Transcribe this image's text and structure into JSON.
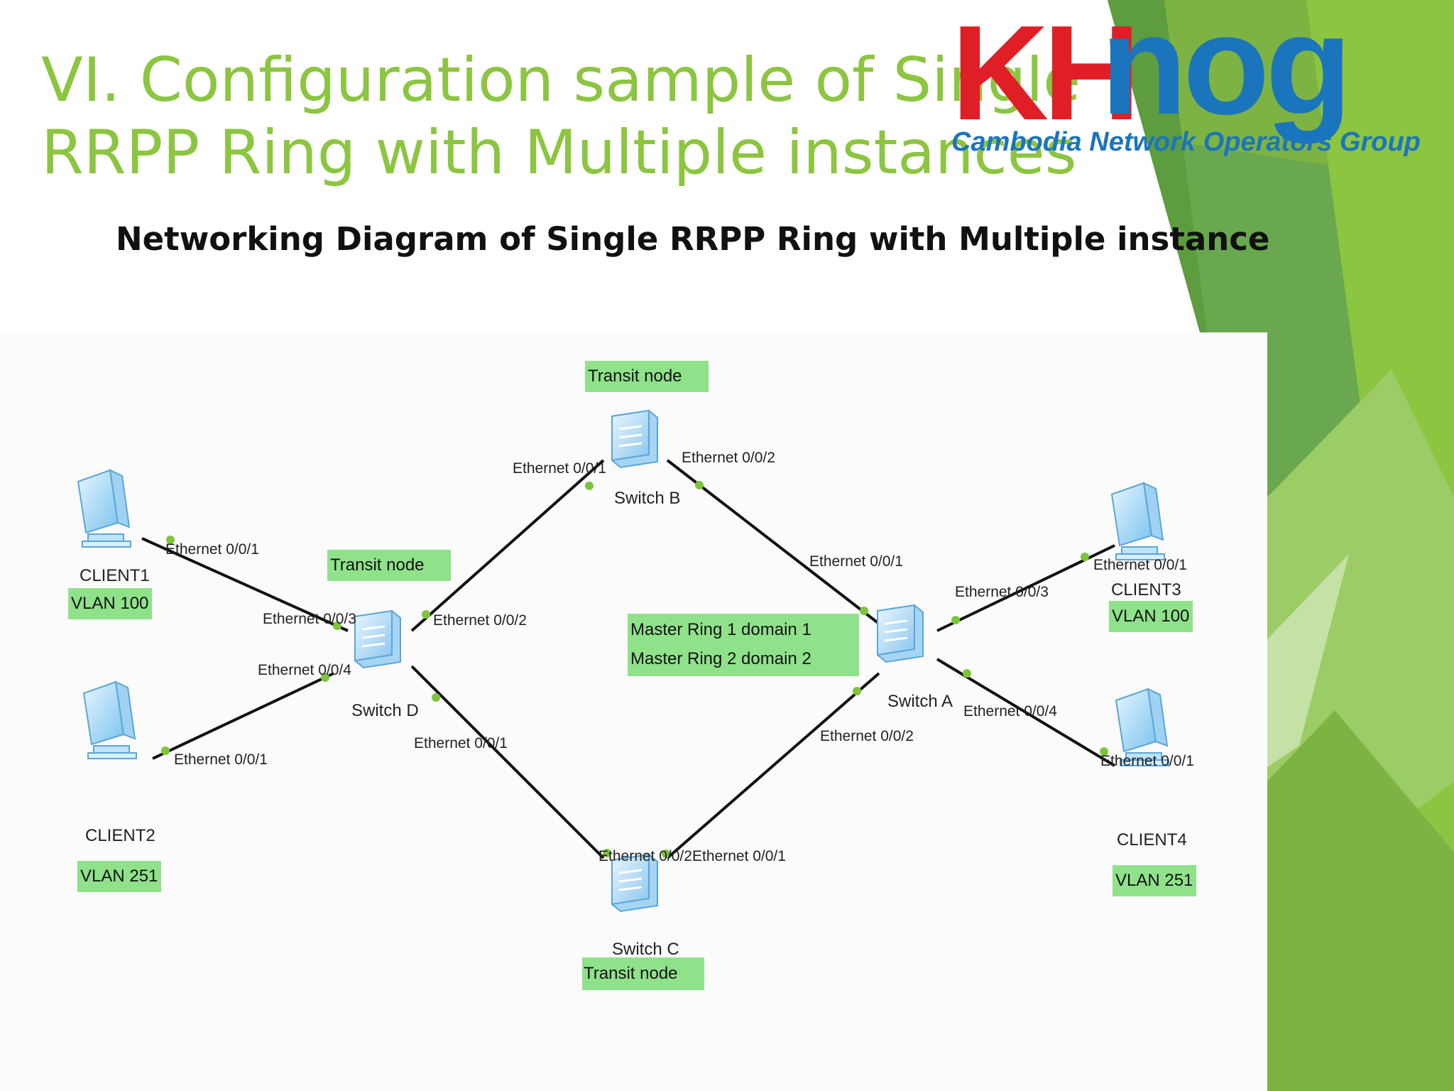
{
  "slide": {
    "title_line1": "VI. Configuration sample of Single",
    "title_line2": "RRPP Ring with Multiple instances",
    "subtitle": "Networking Diagram of Single RRPP Ring with Multiple instance"
  },
  "logo": {
    "wordmark_left": "KH",
    "wordmark_right": "nog",
    "tagline": "Cambodia Network Operators Group",
    "colors": {
      "red": "#e01e26",
      "blue": "#1b75bc"
    }
  },
  "colors": {
    "title_green": "#8cc540",
    "label_bg": "#8fe28a",
    "port_dot": "#7cc53a"
  },
  "diagram": {
    "switches": {
      "b": {
        "name": "Switch B",
        "role": "Transit node"
      },
      "d": {
        "name": "Switch D",
        "role": "Transit node"
      },
      "c": {
        "name": "Switch C",
        "role": "Transit node"
      },
      "a": {
        "name": "Switch A",
        "role_line1": "Master Ring 1 domain 1",
        "role_line2": "Master Ring 2 domain 2"
      }
    },
    "clients": {
      "c1": {
        "name": "CLIENT1",
        "vlan": "VLAN 100"
      },
      "c2": {
        "name": "CLIENT2",
        "vlan": "VLAN 251"
      },
      "c3": {
        "name": "CLIENT3",
        "vlan": "VLAN 100"
      },
      "c4": {
        "name": "CLIENT4",
        "vlan": "VLAN 251"
      }
    },
    "ports": {
      "b_e1": "Ethernet 0/0/1",
      "b_e2": "Ethernet 0/0/2",
      "c1_e1": "Ethernet 0/0/1",
      "d_e3": "Ethernet 0/0/3",
      "d_e2": "Ethernet 0/0/2",
      "d_e4": "Ethernet 0/0/4",
      "c2_e1": "Ethernet 0/0/1",
      "d_e1": "Ethernet 0/0/1",
      "a_e1": "Ethernet 0/0/1",
      "a_e3": "Ethernet 0/0/3",
      "c3_e1": "Ethernet 0/0/1",
      "a_e4": "Ethernet 0/0/4",
      "c4_e1": "Ethernet 0/0/1",
      "a_e2": "Ethernet 0/0/2",
      "c_e2": "Ethernet 0/0/2",
      "c_e1": "Ethernet 0/0/1"
    }
  }
}
